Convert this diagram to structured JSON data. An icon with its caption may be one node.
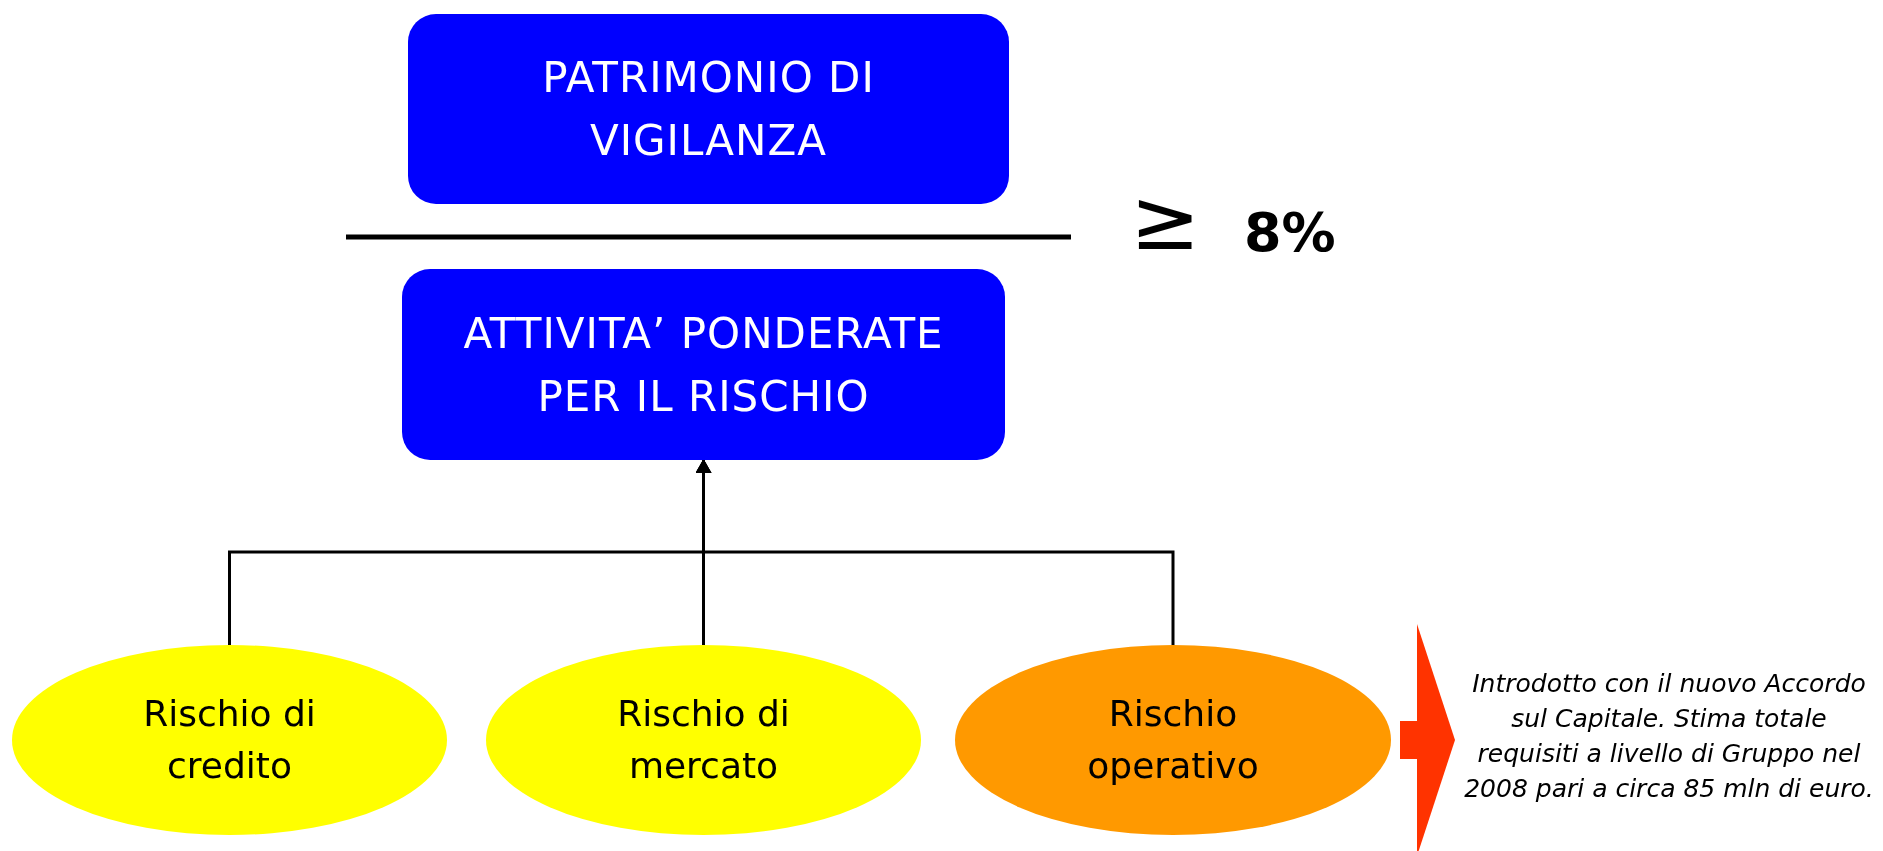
{
  "diagram": {
    "nodes": [
      {
        "text": [
          "PATRIMONIO DI VIGILANZA"
        ]
      },
      {
        "text": [
          "ATTIVITA’ PONDERATE PER IL RISCHIO"
        ]
      },
      {
        "text": [
          "Rischio di credito"
        ]
      },
      {
        "text": [
          "Rischio di mercato"
        ]
      },
      {
        "text": [
          "Rischio operativo"
        ]
      },
      {
        "text": [
          "Introdotto con il nuovo Accordo sul Capitale. Stima totale requisiti a livello di Gruppo nel 2008 pari a circa 85 mln di euro."
        ]
      }
    ],
    "edges": [
      {
        "from": 2,
        "to": 1,
        "arrow": "to"
      },
      {
        "from": 3,
        "to": 1,
        "arrow": "to"
      },
      {
        "from": 4,
        "to": 1,
        "arrow": "to"
      },
      {
        "from": 4,
        "to": 5,
        "arrow": "to",
        "style": "thick",
        "color": "#ff3300"
      }
    ],
    "labels": [
      "≥",
      "8%"
    ]
  }
}
